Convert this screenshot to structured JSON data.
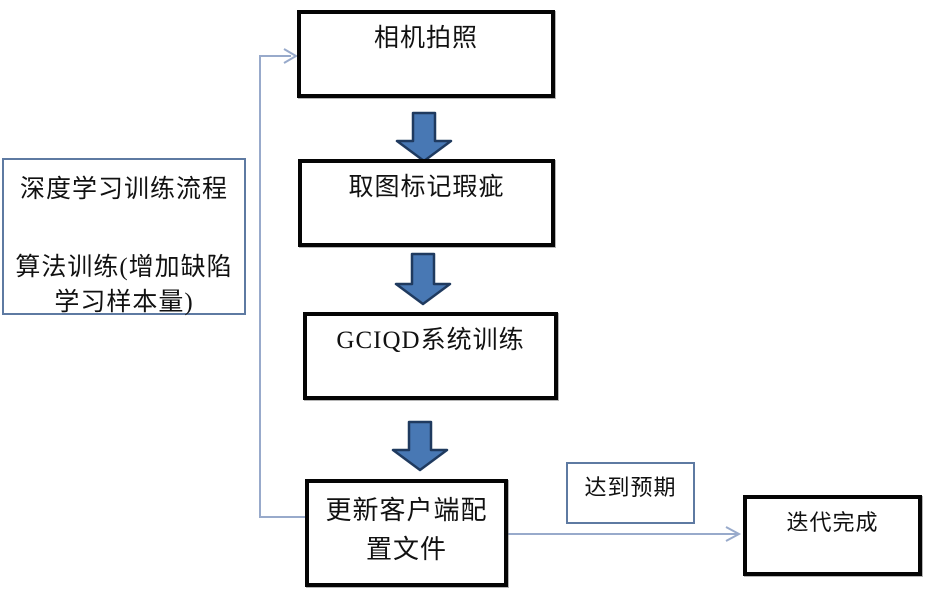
{
  "nodes": {
    "camera": "相机拍照",
    "mark_defects": "取图标记瑕疵",
    "system_training": "GCIQD系统训练",
    "update_config": "更新客户端配置文件",
    "iteration_done": "迭代完成",
    "condition": "达到预期"
  },
  "note": {
    "lines": [
      "深度学习训练流程",
      "算法训练(增加缺陷",
      "学习样本量)"
    ]
  },
  "colors": {
    "background": "#ffffff",
    "node_border_black": "#050505",
    "thin_border_blue": "#5e7aa2",
    "block_arrow_fill": "#4878b4",
    "block_arrow_stroke": "#1f3a5f",
    "connector_line": "#98aacb"
  }
}
